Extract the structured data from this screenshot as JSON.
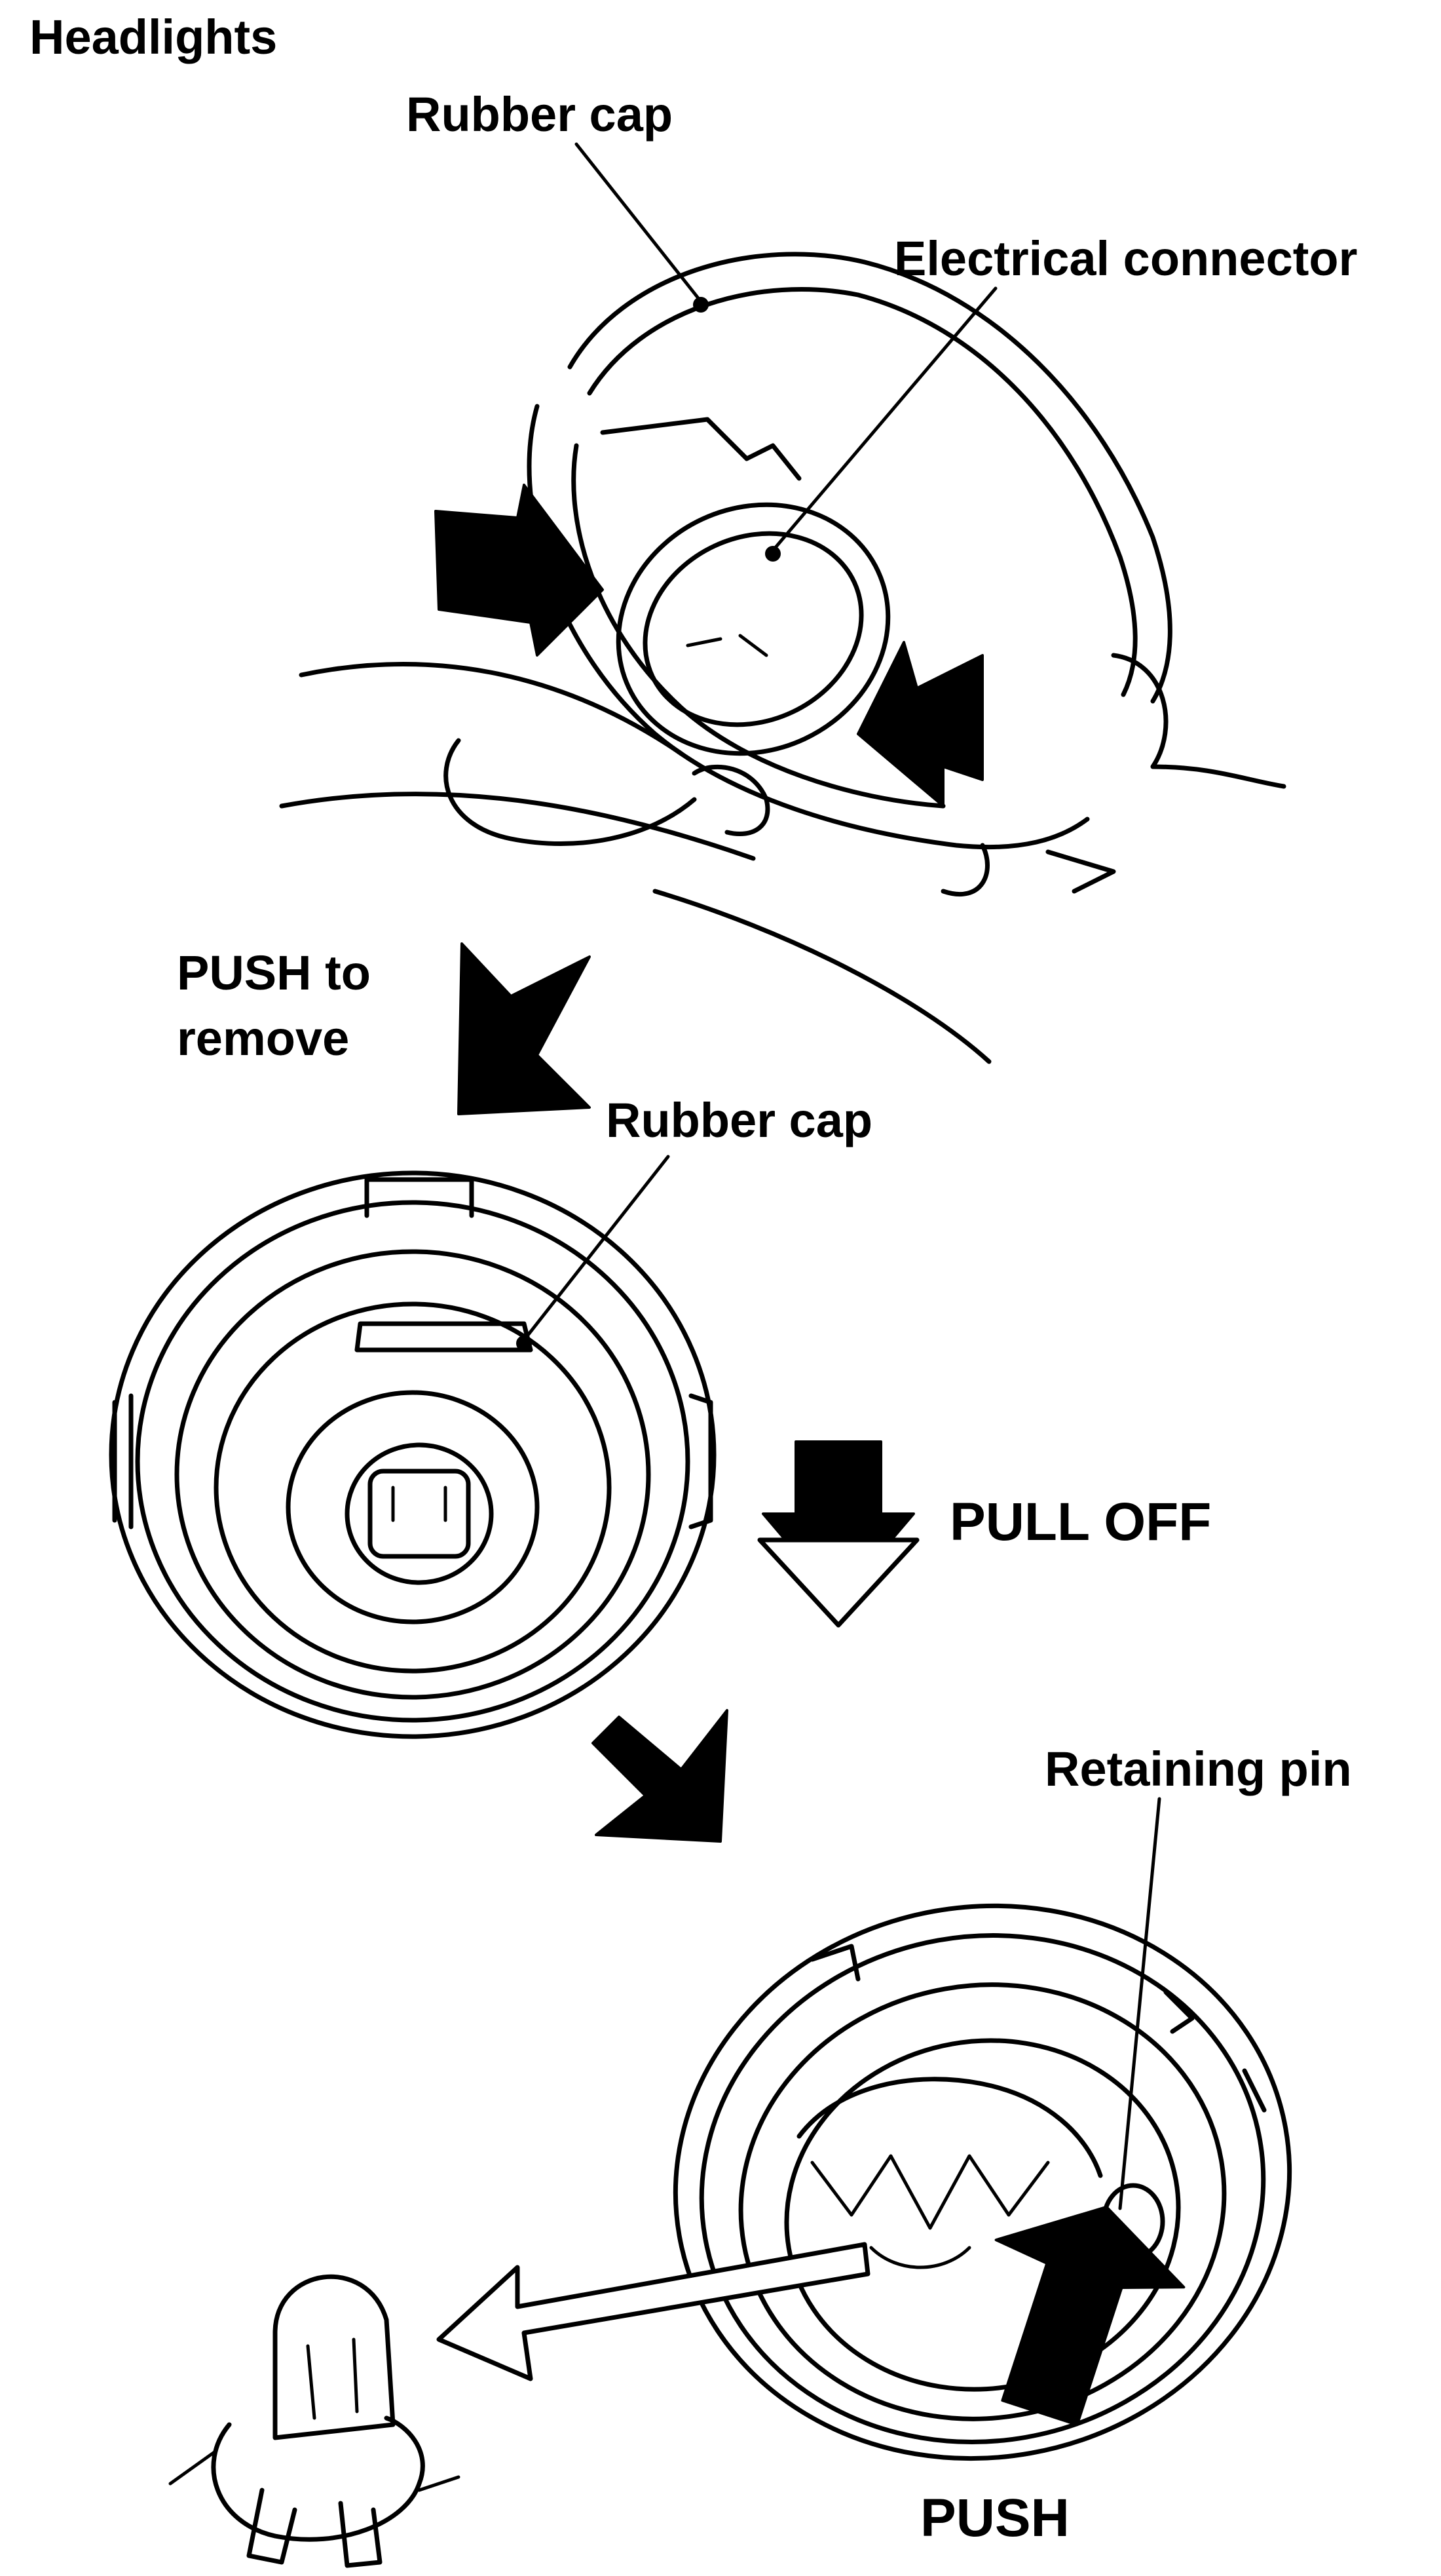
{
  "title": "Headlights",
  "labels": {
    "rubber_cap_top": "Rubber cap",
    "electrical_connector": "Electrical connector",
    "push_to_remove_line1": "PUSH to",
    "push_to_remove_line2": "remove",
    "rubber_cap_middle": "Rubber cap",
    "pull_off": "PULL OFF",
    "retaining_pin": "Retaining pin",
    "push": "PUSH"
  }
}
